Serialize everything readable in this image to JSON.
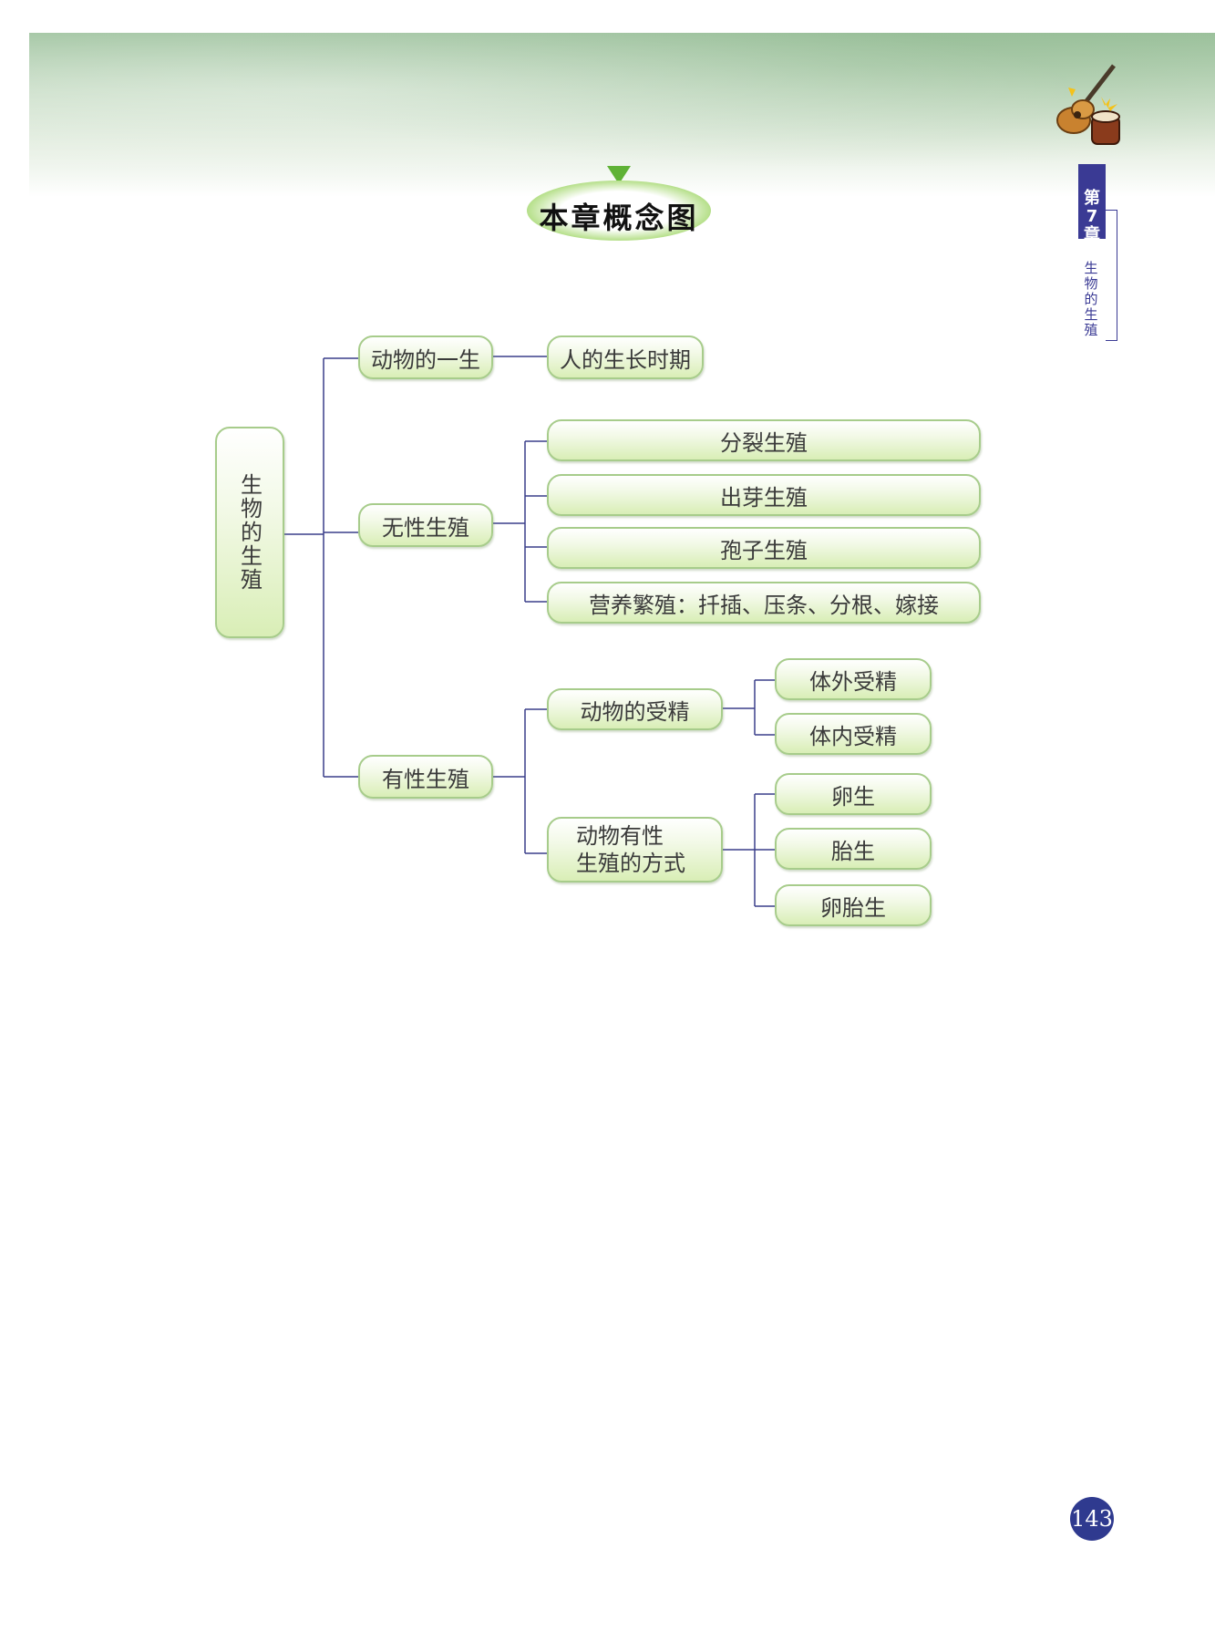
{
  "page": {
    "chapter_title": "本章概念图",
    "chapter_tab": "第7章",
    "chapter_name": "生物的生殖",
    "page_number": "143"
  },
  "concept_map": {
    "root": "生物的生殖",
    "animal_life": {
      "label": "动物的一生",
      "child": "人的生长时期"
    },
    "asexual": {
      "label": "无性生殖",
      "items": [
        "分裂生殖",
        "出芽生殖",
        "孢子生殖",
        "营养繁殖：扦插、压条、分根、嫁接"
      ]
    },
    "sexual": {
      "label": "有性生殖",
      "fertilization": {
        "label": "动物的受精",
        "items": [
          "体外受精",
          "体内受精"
        ]
      },
      "modes": {
        "label": "动物有性\n生殖的方式",
        "items": [
          "卵生",
          "胎生",
          "卵胎生"
        ]
      }
    }
  },
  "colors": {
    "line": "#3a3f8a",
    "node_border": "#a7cc8b",
    "title_green": "#5fb236",
    "tab_blue": "#3a3a94"
  }
}
